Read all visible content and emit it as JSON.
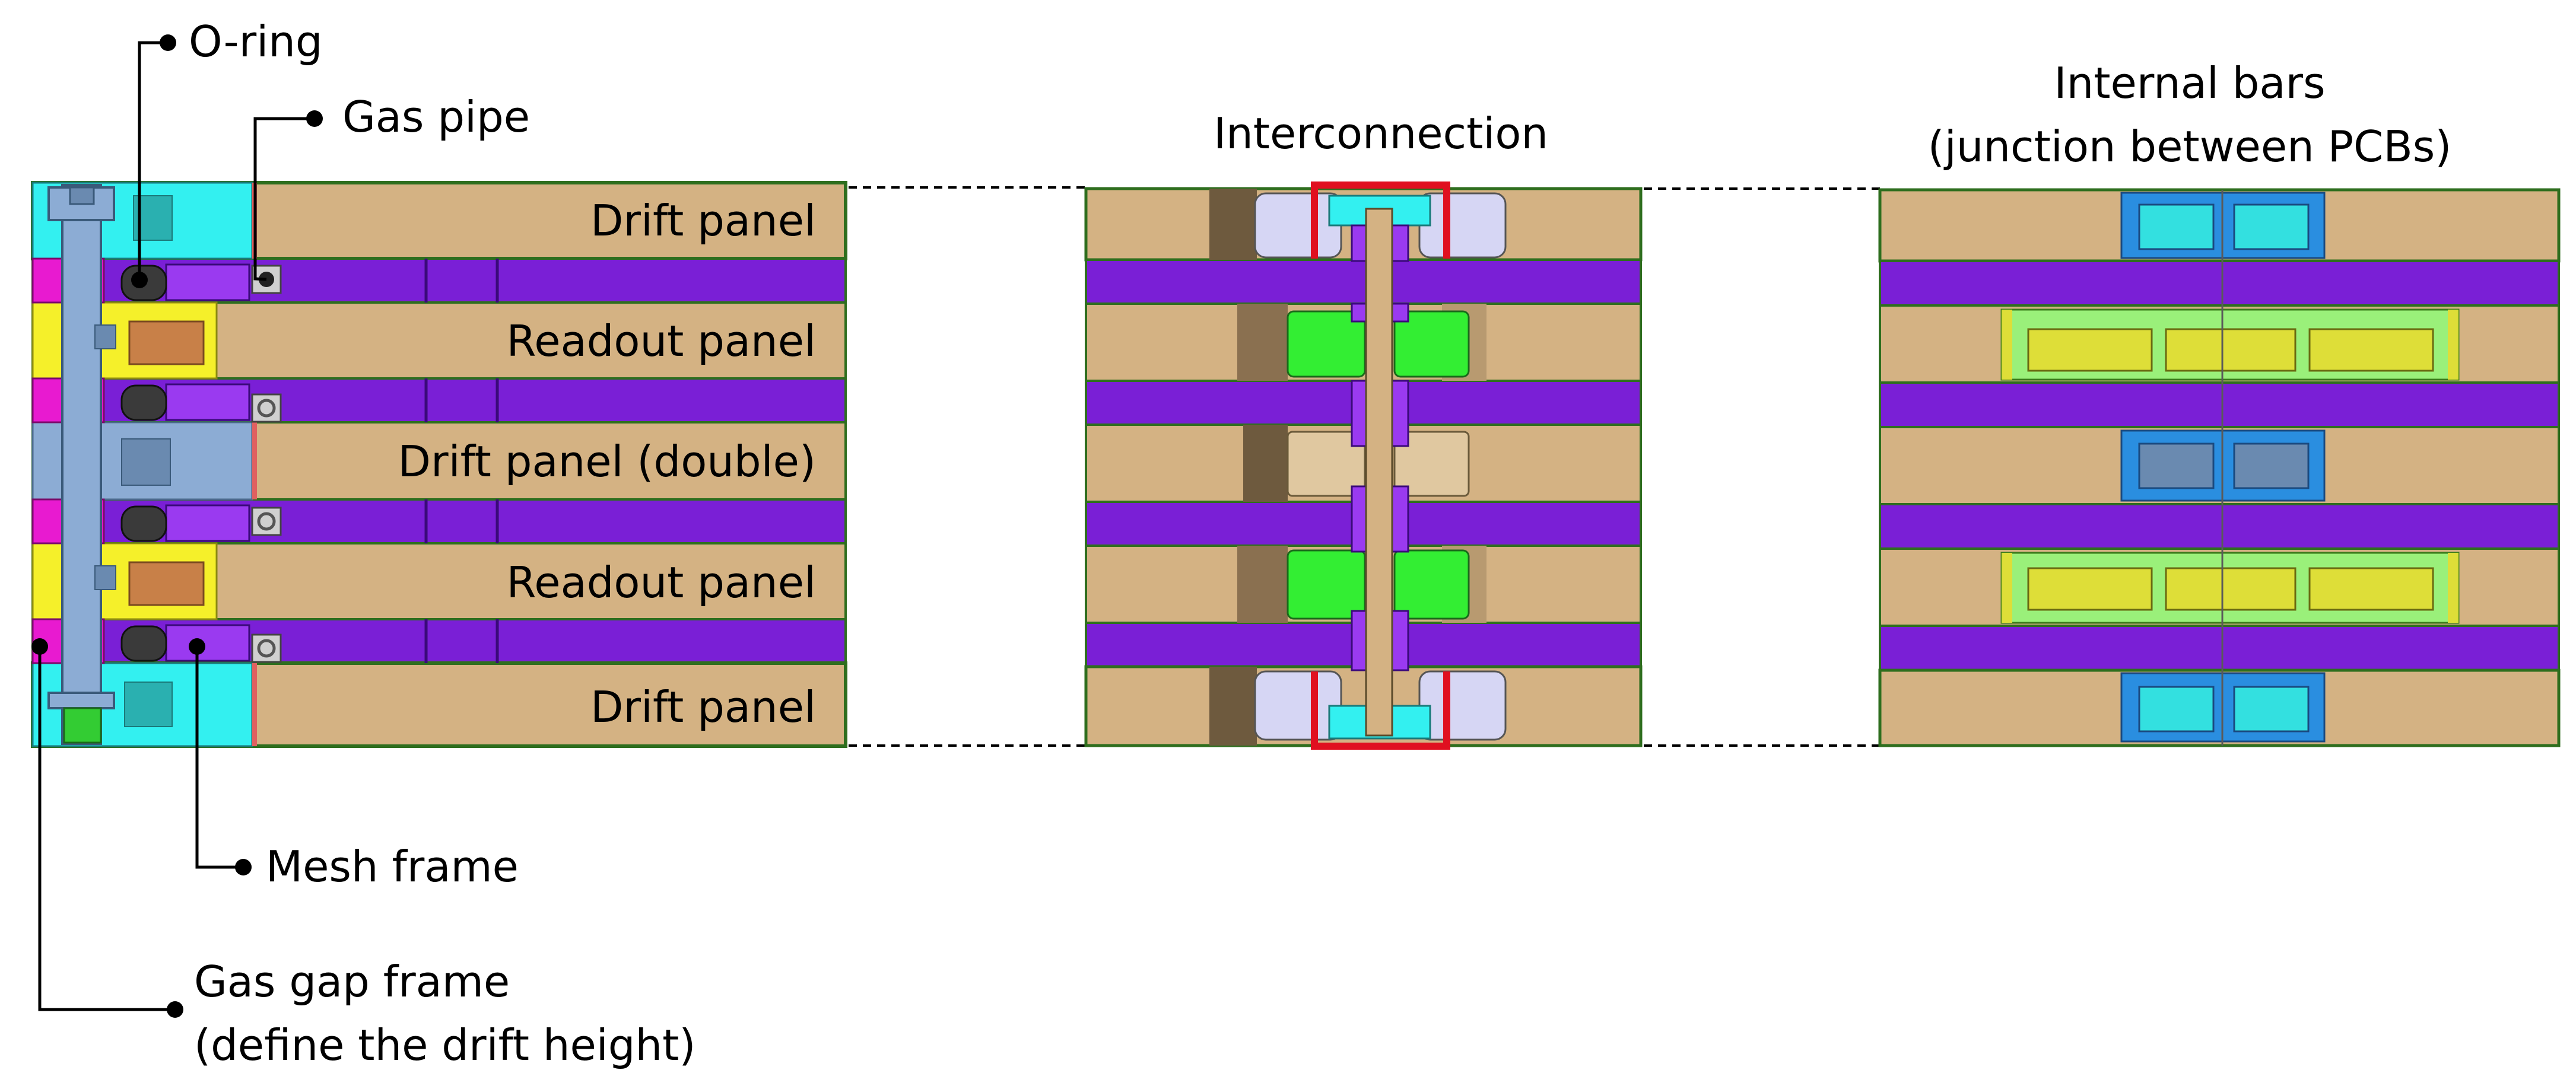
{
  "labels": {
    "o_ring": "O-ring",
    "gas_pipe": "Gas pipe",
    "mesh_frame": "Mesh frame",
    "gas_gap_frame_line1": "Gas gap frame",
    "gas_gap_frame_line2": "(define the drift height)",
    "interconnection": "Interconnection",
    "internal_bars_line1": "Internal bars",
    "internal_bars_line2": "(junction between PCBs)"
  },
  "panels": {
    "drift_top": "Drift panel",
    "readout_1": "Readout panel",
    "drift_double": "Drift panel (double)",
    "readout_2": "Readout panel",
    "drift_bottom": "Drift panel"
  },
  "colors": {
    "panel": "#d4b283",
    "mesh": "#7a1fd6",
    "cyan": "#33f0f0",
    "yellow": "#f5f02a",
    "steel": "#8cacd4",
    "magenta": "#e81ad0",
    "green_block": "#33ee33",
    "light_green": "#9af07a",
    "lime_bar": "#dede38",
    "blue_bar": "#2a8ee0",
    "red_frame": "#e01020",
    "lavender": "#d6d6f4",
    "dark_brown": "#6e5a3e"
  }
}
